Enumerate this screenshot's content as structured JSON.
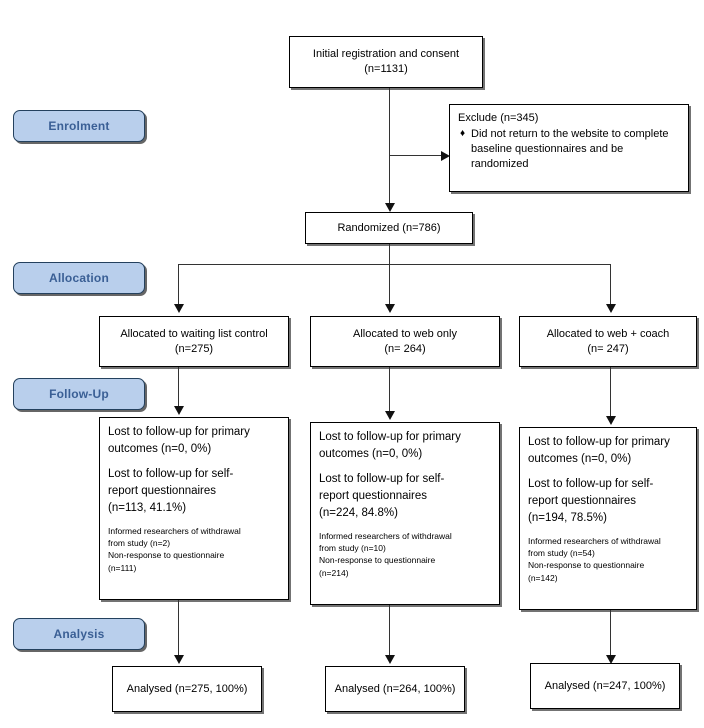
{
  "stage_labels": [
    {
      "key": "enrolment",
      "label": "Enrolment"
    },
    {
      "key": "allocation",
      "label": "Allocation"
    },
    {
      "key": "followup",
      "label": "Follow-Up"
    },
    {
      "key": "analysis",
      "label": "Analysis"
    }
  ],
  "colors": {
    "pill_fill": "#b9cfec",
    "pill_border": "#24415e",
    "pill_text": "#3a5f95",
    "box_border": "#000000",
    "connector": "#333333"
  },
  "enrolment": {
    "initial": {
      "line1": "Initial registration and consent",
      "line2": "(n=1131)"
    },
    "exclude": {
      "title": "Exclude (n=345)",
      "bullet_glyph": "♦",
      "item": "Did not return to the website to complete baseline questionnaires and be randomized"
    },
    "randomized": "Randomized (n=786)"
  },
  "allocation": [
    {
      "line1": "Allocated to waiting list control",
      "line2": "(n=275)"
    },
    {
      "line1": "Allocated to web only",
      "line2": "(n= 264)"
    },
    {
      "line1": "Allocated to web + coach",
      "line2": "(n= 247)"
    }
  ],
  "followup": [
    {
      "primary_l1": "Lost to follow-up for primary",
      "primary_l2": "outcomes (n=0, 0%)",
      "self_l1": "Lost to follow-up for self-",
      "self_l2": "report questionnaires",
      "self_l3": " (n=113, 41.1%)",
      "detail_l1": "Informed researchers of withdrawal",
      "detail_l2": "from study (n=2)",
      "detail_l3": "Non-response to questionnaire",
      "detail_l4": "(n=111)"
    },
    {
      "primary_l1": "Lost to follow-up for primary",
      "primary_l2": "outcomes (n=0, 0%)",
      "self_l1": "Lost to follow-up for self-",
      "self_l2": "report questionnaires",
      "self_l3": " (n=224, 84.8%)",
      "detail_l1": "Informed researchers of withdrawal",
      "detail_l2": "from study (n=10)",
      "detail_l3": "Non-response to questionnaire",
      "detail_l4": "(n=214)"
    },
    {
      "primary_l1": "Lost to follow-up for primary",
      "primary_l2": "outcomes (n=0, 0%)",
      "self_l1": "Lost to follow-up for self-",
      "self_l2": "report questionnaires",
      "self_l3": "(n=194, 78.5%)",
      "detail_l1": "Informed researchers of withdrawal",
      "detail_l2": "from study (n=54)",
      "detail_l3": "Non-response to questionnaire",
      "detail_l4": "(n=142)"
    }
  ],
  "analysis": [
    {
      "text": "Analysed (n=275, 100%)"
    },
    {
      "text": "Analysed (n=264, 100%)"
    },
    {
      "text": "Analysed (n=247, 100%)"
    }
  ]
}
